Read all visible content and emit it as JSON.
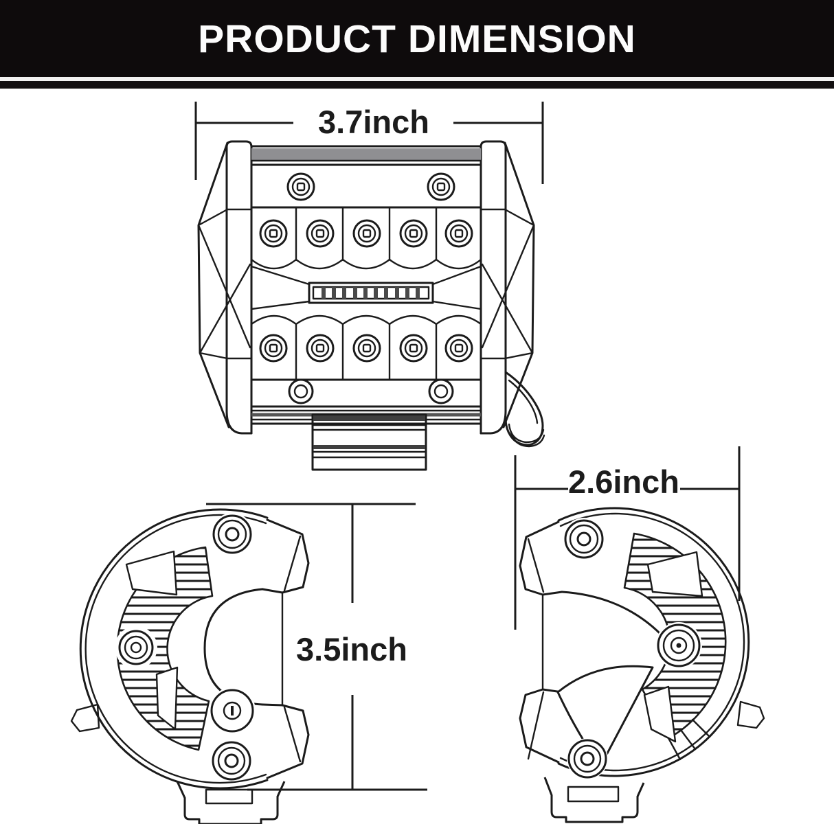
{
  "header": {
    "title": "PRODUCT DIMENSION"
  },
  "diagram": {
    "front_view": {
      "name": "front view of LED pod light",
      "width_label": "3.7inch"
    },
    "side_view_left": {
      "name": "left side profile view",
      "height_label": "3.5inch"
    },
    "side_view_right": {
      "name": "right side profile view",
      "depth_label": "2.6inch"
    }
  },
  "colors": {
    "background": "#ffffff",
    "line": "#1b1b1b",
    "header_bg": "#0e0b0c",
    "header_text": "#fcfcfc",
    "cap_stripe_gray": "#8f8f92",
    "block_dark": "#3f3f3f"
  }
}
